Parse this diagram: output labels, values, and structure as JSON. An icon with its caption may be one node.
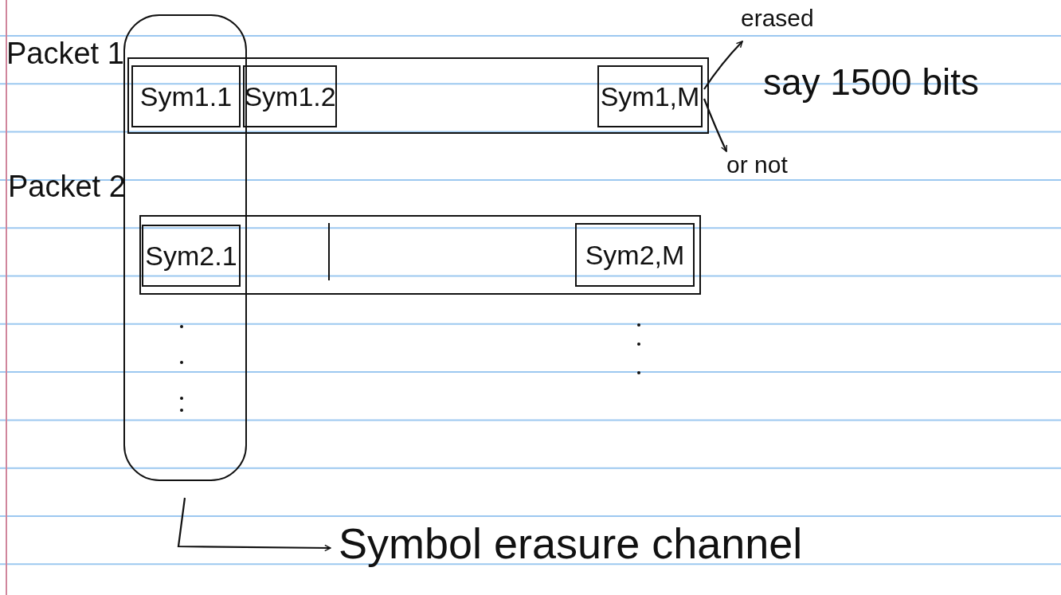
{
  "diagram": {
    "nodes": [
      {
        "text": [],
        "shape": "box"
      },
      {
        "text": [
          "Packet 1"
        ]
      },
      {
        "text": [
          "Sym1.1"
        ]
      },
      {
        "text": [
          "Sym1.2"
        ],
        "in": 1
      },
      {
        "text": [
          "Sym1,M"
        ],
        "in": 1
      },
      {
        "text": [
          "Packet 2"
        ]
      },
      {
        "text": [
          "Sym2.1"
        ]
      },
      {
        "text": [
          "Sym2,M"
        ],
        "in": 5
      },
      {
        "text": [
          "erased"
        ]
      },
      {
        "text": [
          "or not"
        ]
      },
      {
        "text": [
          "Symbol erasure channel"
        ]
      }
    ],
    "edges": [
      {
        "from": 4,
        "to": 8,
        "arrow": "to"
      },
      {
        "from": 4,
        "to": 9,
        "arrow": "to"
      },
      {
        "from": 0,
        "to": 10,
        "arrow": "to"
      }
    ],
    "labels": [
      "say 1500 bits"
    ]
  }
}
